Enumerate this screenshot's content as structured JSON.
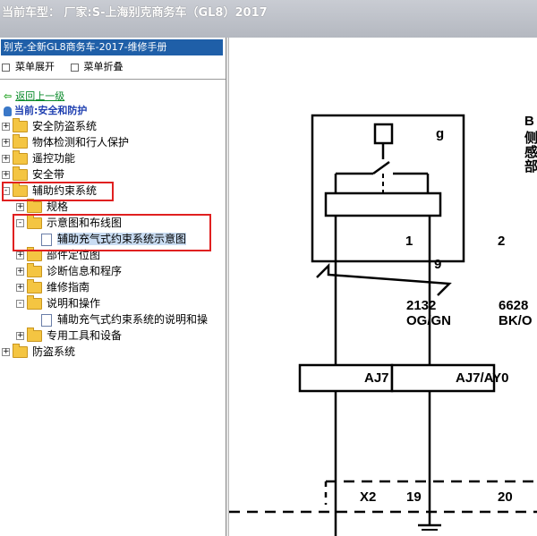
{
  "titlebar": {
    "text": "当前车型：  厂家:S-上海别克商务车（GL8）2017"
  },
  "manual": {
    "title": "别克-全新GL8商务车-2017-维修手册",
    "expand_label": "菜单展开",
    "collapse_label": "菜单折叠",
    "back_label": "返回上一级",
    "current_label": "当前:安全和防护"
  },
  "tree": [
    {
      "label": "安全防盗系统",
      "exp": "+",
      "icon": "folder"
    },
    {
      "label": "物体检测和行人保护",
      "exp": "+",
      "icon": "folder"
    },
    {
      "label": "遥控功能",
      "exp": "+",
      "icon": "folder"
    },
    {
      "label": "安全带",
      "exp": "+",
      "icon": "folder"
    },
    {
      "label": "辅助约束系统",
      "exp": "-",
      "icon": "folder"
    },
    {
      "label": "规格",
      "exp": "+",
      "icon": "folder"
    },
    {
      "label": "示意图和布线图",
      "exp": "-",
      "icon": "folder"
    },
    {
      "label": "辅助充气式约束系统示意图",
      "exp": "",
      "icon": "doc"
    },
    {
      "label": "部件定位图",
      "exp": "+",
      "icon": "folder"
    },
    {
      "label": "诊断信息和程序",
      "exp": "+",
      "icon": "folder"
    },
    {
      "label": "维修指南",
      "exp": "+",
      "icon": "folder"
    },
    {
      "label": "说明和操作",
      "exp": "-",
      "icon": "folder"
    },
    {
      "label": "辅助充气式约束系统的说明和操",
      "exp": "",
      "icon": "doc"
    },
    {
      "label": "专用工具和设备",
      "exp": "+",
      "icon": "folder"
    },
    {
      "label": "防盗系统",
      "exp": "+",
      "icon": "folder"
    }
  ],
  "diagram": {
    "g": "g",
    "side_chars": [
      "B",
      "侧",
      "感",
      "部"
    ],
    "pin1": "1",
    "pin2": "2",
    "pin9": "9",
    "circuit1": "2132",
    "color1": "OG/GN",
    "circuit2": "6628",
    "color2": "BK/O",
    "conn1": "AJ7",
    "conn2": "AJ7/AY0",
    "x2": "X2",
    "pin19": "19",
    "pin20": "20"
  }
}
